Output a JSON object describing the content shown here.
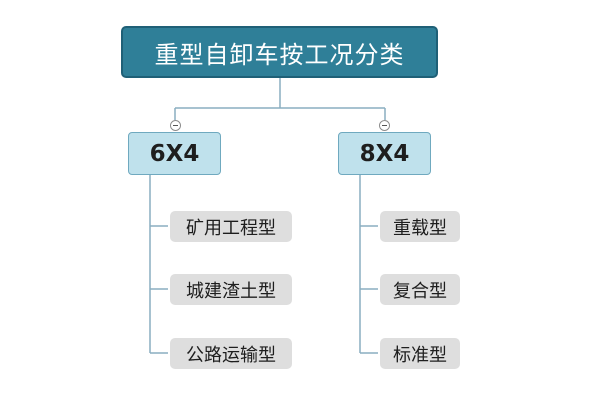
{
  "root": {
    "label": "重型自卸车按工况分类"
  },
  "categories": [
    {
      "label": "6X4",
      "children": [
        "矿用工程型",
        "城建渣土型",
        "公路运输型"
      ]
    },
    {
      "label": "8X4",
      "children": [
        "重载型",
        "复合型",
        "标准型"
      ]
    }
  ],
  "colors": {
    "root_fill": "#2f7f98",
    "category_fill": "#bfe1ec",
    "leaf_fill": "#dedede",
    "connector": "#8aaec0"
  },
  "icons": {
    "collapse": "collapse-minus-icon"
  }
}
